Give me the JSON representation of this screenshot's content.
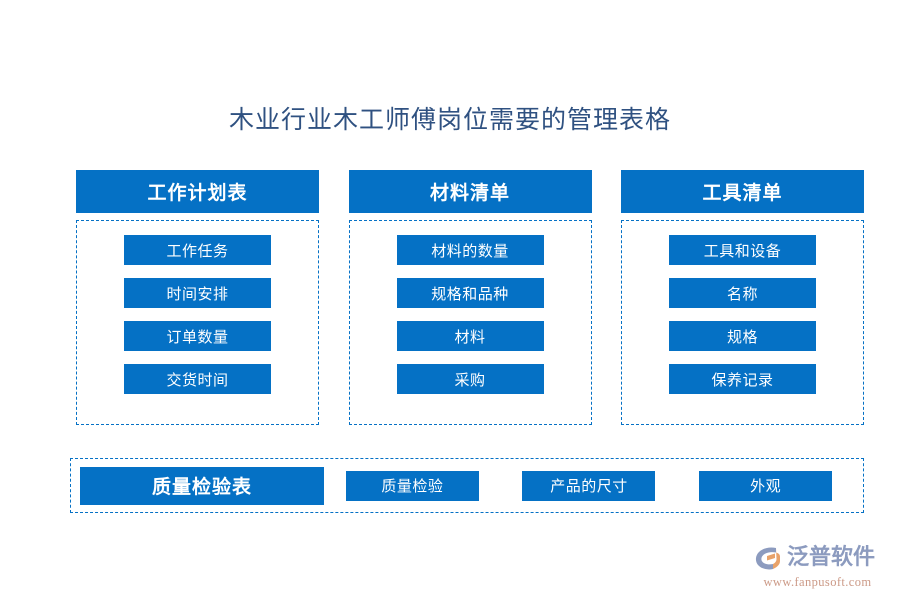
{
  "page": {
    "title": "木业行业木工师傅岗位需要的管理表格",
    "accent_color": "#0571c5",
    "title_color": "#2f5181",
    "background_color": "#ffffff"
  },
  "columns": [
    {
      "header": "工作计划表",
      "items": [
        "工作任务",
        "时间安排",
        "订单数量",
        "交货时间"
      ]
    },
    {
      "header": "材料清单",
      "items": [
        "材料的数量",
        "规格和品种",
        "材料",
        "采购"
      ]
    },
    {
      "header": "工具清单",
      "items": [
        "工具和设备",
        "名称",
        "规格",
        "保养记录"
      ]
    }
  ],
  "bottom_row": {
    "header": "质量检验表",
    "items": [
      "质量检验",
      "产品的尺寸",
      "外观"
    ]
  },
  "logo": {
    "name": "泛普软件",
    "url": "www.fanpusoft.com",
    "mark_colors": {
      "blue": "#8c9bbf",
      "orange": "#e8a26a"
    }
  }
}
